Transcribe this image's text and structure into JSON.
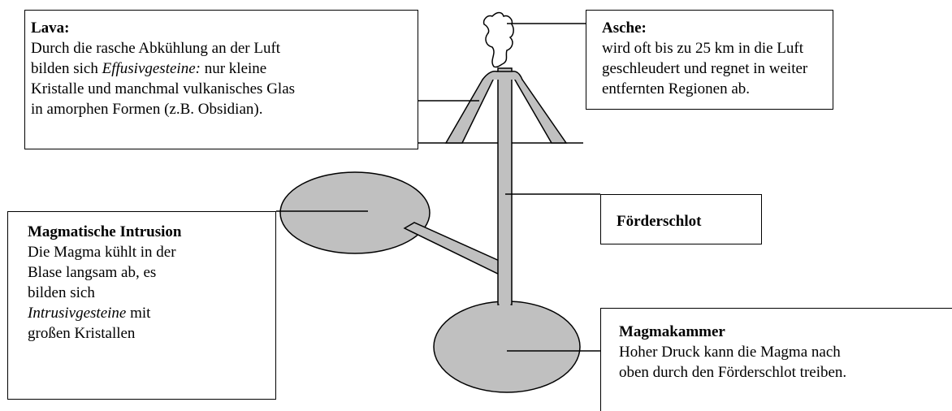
{
  "lava": {
    "title": "Lava:",
    "line1": "Durch die rasche Abkühlung an der Luft",
    "line2_pre": "bilden sich ",
    "line2_em": "Effusivgesteine:",
    "line2_post": " nur kleine",
    "line3": "Kristalle und manchmal vulkanisches Glas",
    "line4": "in amorphen Formen (z.B. Obsidian)."
  },
  "asche": {
    "title": "Asche:",
    "line1": "wird oft bis zu 25 km in die Luft",
    "line2": "geschleudert und regnet in weiter",
    "line3": "entfernten Regionen ab."
  },
  "foerderschlot": {
    "title": "Förderschlot"
  },
  "intrusion": {
    "title": "Magmatische Intrusion",
    "line1": "Die Magma kühlt in der",
    "line2": "Blase langsam ab, es",
    "line3": "bilden sich",
    "line4_em": "Intrusivgesteine",
    "line4_post": " mit",
    "line5": "großen Kristallen"
  },
  "magmakammer": {
    "title": "Magmakammer",
    "line1": "Hoher Druck kann die Magma nach",
    "line2": "oben durch den Förderschlot treiben."
  },
  "colors": {
    "fill": "#c0c0c0",
    "stroke": "#000000"
  }
}
